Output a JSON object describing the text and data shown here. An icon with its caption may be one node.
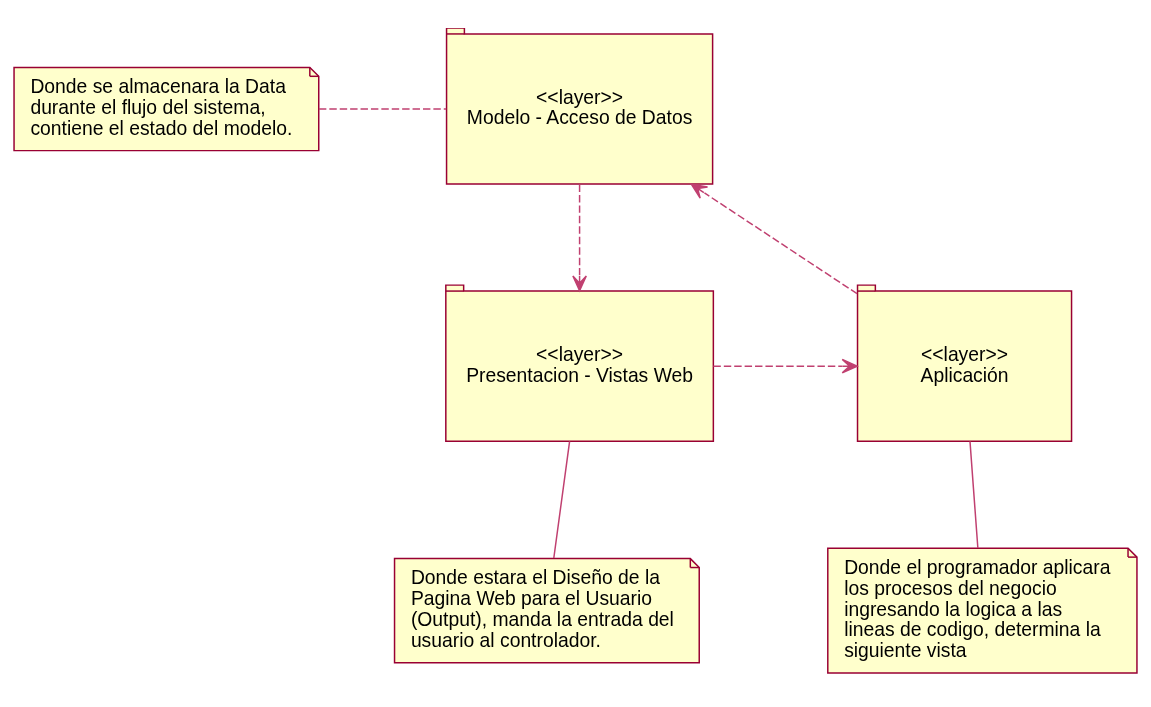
{
  "diagram": {
    "nodes": [
      {
        "text": [
          "<<layer>>",
          "Modelo - Acceso de Datos"
        ]
      },
      {
        "text": [
          "Donde se almacenara la Data durante el flujo del sistema, contiene el estado del modelo."
        ]
      },
      {
        "text": [
          "<<layer>>",
          "Presentacion - Vistas Web"
        ]
      },
      {
        "text": [
          "<<layer>>",
          "Aplicación"
        ]
      },
      {
        "text": [
          "Donde estara el Diseño de la Pagina Web para el Usuario (Output), manda la entrada del usuario al controlador."
        ]
      },
      {
        "text": [
          "Donde el programador aplicara los procesos del negocio ingresando la logica a las lineas de codigo, determina la siguiente vista"
        ]
      }
    ],
    "edges": [
      {
        "from": 0,
        "to": 2,
        "arrow": "to",
        "style": "dashed"
      },
      {
        "from": 2,
        "to": 3,
        "arrow": "to",
        "style": "dashed"
      },
      {
        "from": 3,
        "to": 0,
        "arrow": "to",
        "style": "dashed"
      },
      {
        "from": 1,
        "to": 0,
        "arrow": "none",
        "style": "dashed"
      },
      {
        "from": 2,
        "to": 4,
        "arrow": "none"
      },
      {
        "from": 3,
        "to": 5,
        "arrow": "none"
      }
    ]
  }
}
